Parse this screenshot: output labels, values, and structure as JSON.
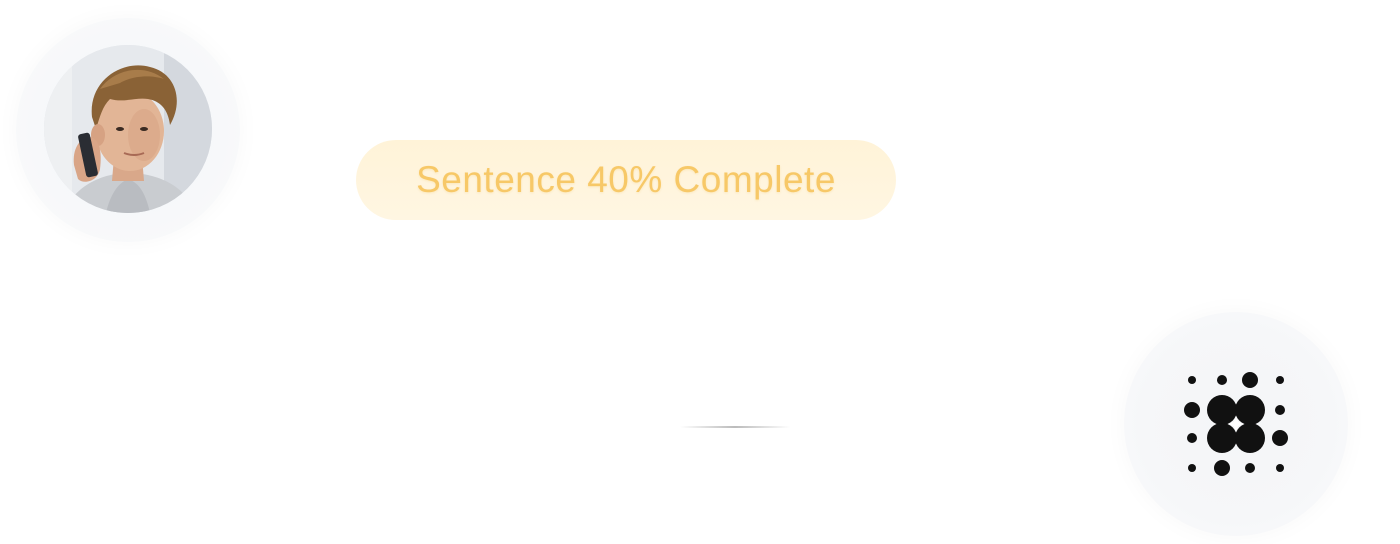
{
  "call": {
    "caller": {
      "avatar_icon": "person-on-phone-avatar"
    },
    "status": {
      "label": "Sentence 40% Complete",
      "progress_percent": 40,
      "text_color": "#f7c55e",
      "background_color": "#fff3d8"
    },
    "assistant": {
      "logo_icon": "dot-grid-logo-icon"
    }
  }
}
